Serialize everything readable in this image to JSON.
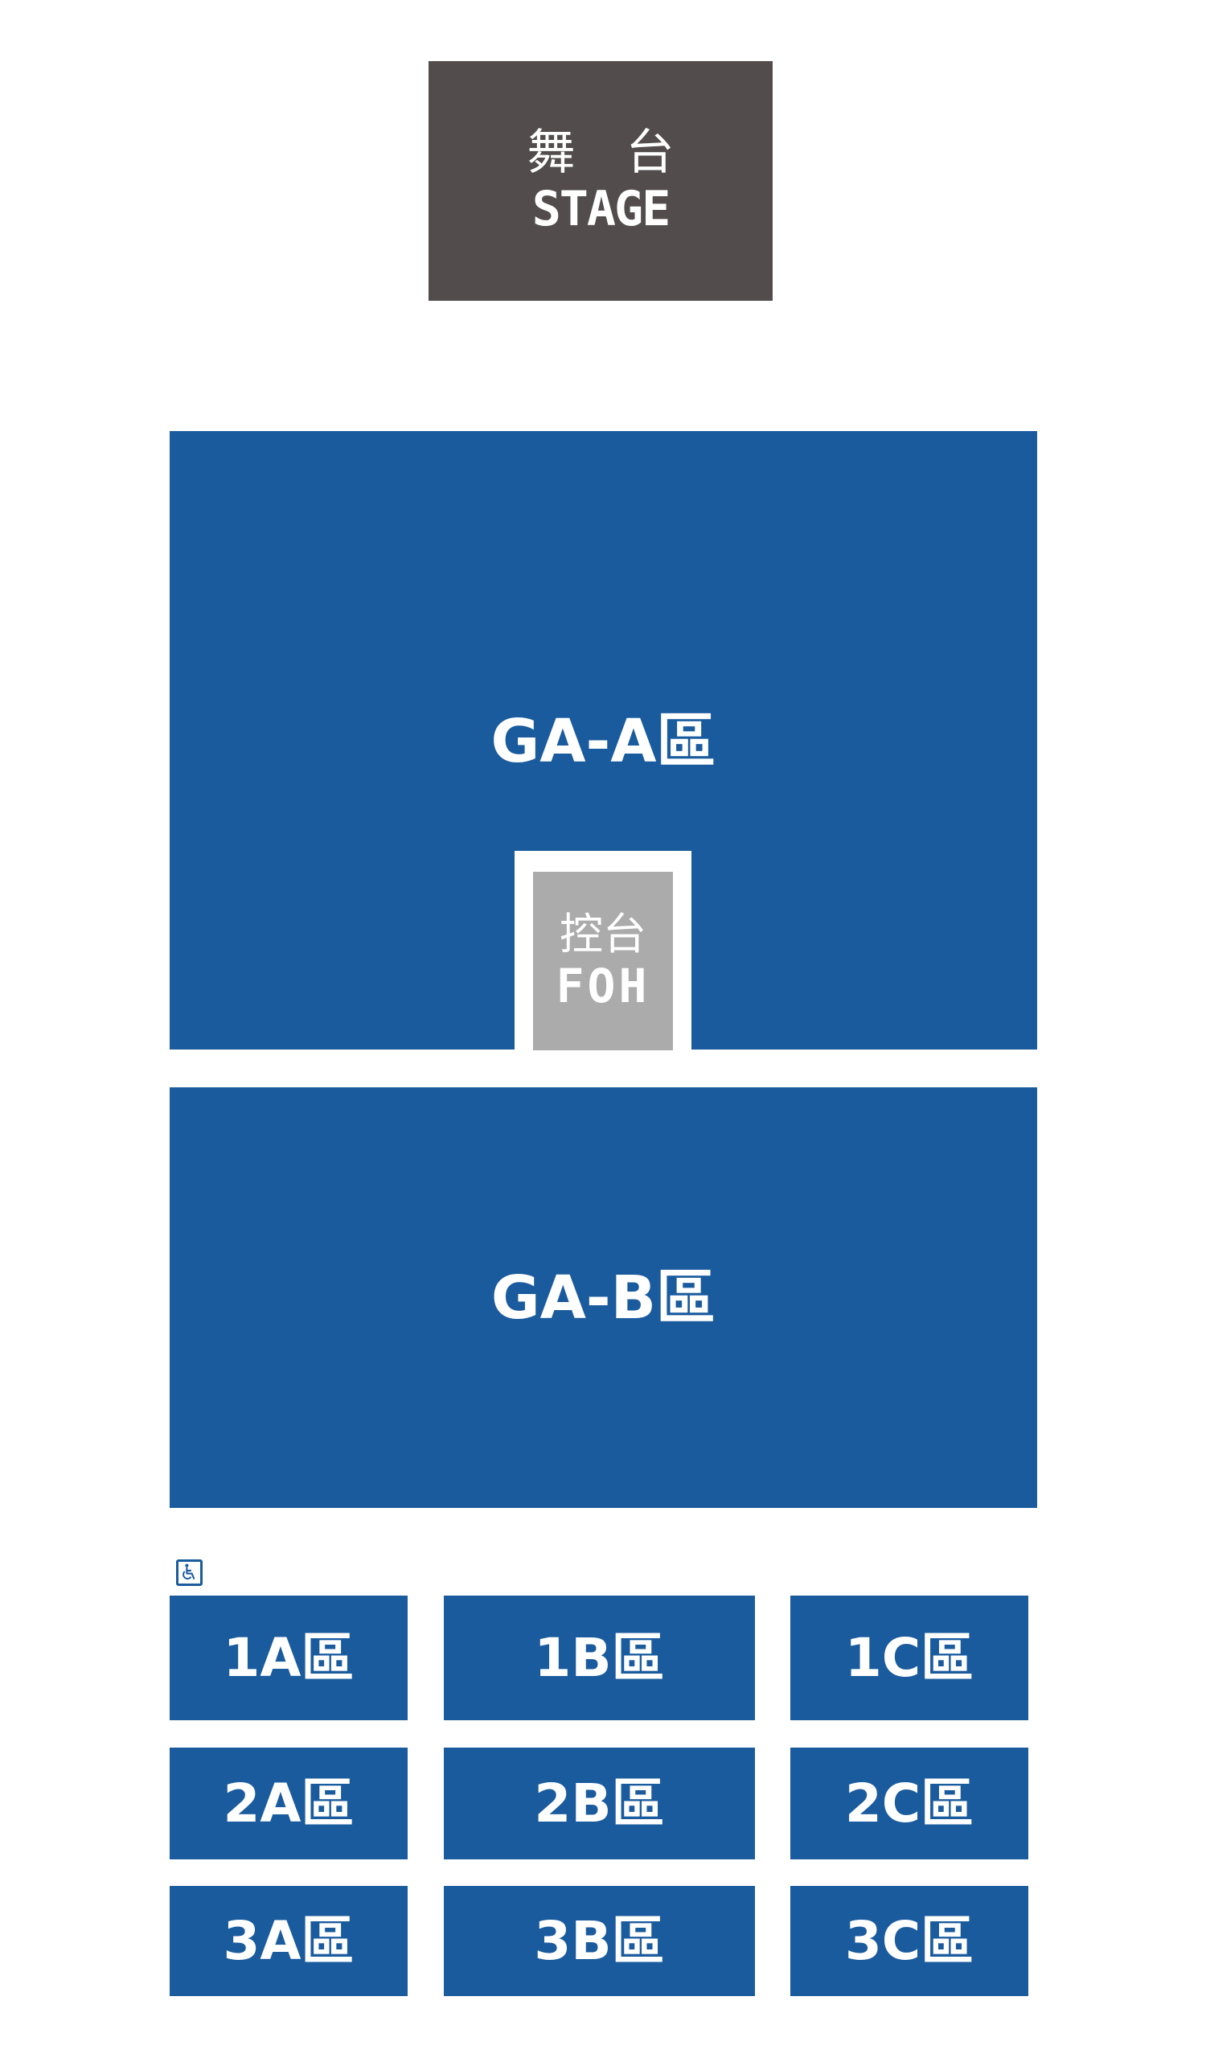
{
  "colors": {
    "stage": "#524c4c",
    "section": "#1a5b9e",
    "foh": "#ababab",
    "background": "#ffffff",
    "text": "#ffffff"
  },
  "stage": {
    "label_zh": "舞 台",
    "label_en": "STAGE"
  },
  "ga_a": {
    "label": "GA-A區"
  },
  "foh": {
    "label_zh": "控台",
    "label_en": "FOH"
  },
  "ga_b": {
    "label": "GA-B區"
  },
  "accessibility": {
    "icon": "wheelchair-icon"
  },
  "sections": {
    "r1": [
      "1A區",
      "1B區",
      "1C區"
    ],
    "r2": [
      "2A區",
      "2B區",
      "2C區"
    ],
    "r3": [
      "3A區",
      "3B區",
      "3C區"
    ]
  }
}
